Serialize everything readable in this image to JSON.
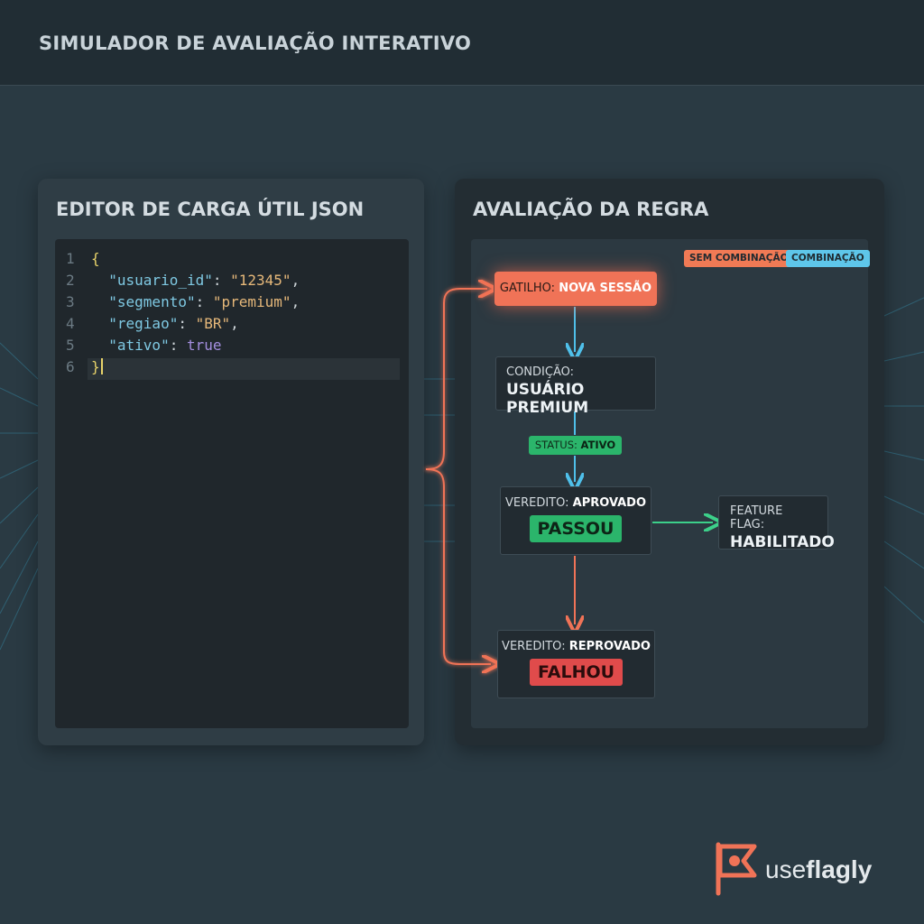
{
  "app": {
    "title": "SIMULADOR DE AVALIAÇÃO INTERATIVO"
  },
  "editor": {
    "title": "EDITOR DE CARGA ÚTIL JSON",
    "line_numbers": [
      "1",
      "2",
      "3",
      "4",
      "5",
      "6"
    ],
    "lines": [
      {
        "open": "{"
      },
      {
        "key": "\"usuario_id\"",
        "sep": ": ",
        "value": "\"12345\"",
        "end": ","
      },
      {
        "key": "\"segmento\"",
        "sep": ": ",
        "value": "\"premium\"",
        "end": ","
      },
      {
        "key": "\"regiao\"",
        "sep": ": ",
        "value": "\"BR\"",
        "end": ","
      },
      {
        "key": "\"ativo\"",
        "sep": ": ",
        "value": "true",
        "end": ""
      },
      {
        "close": "}"
      }
    ]
  },
  "evaluation": {
    "title": "AVALIAÇÃO DA REGRA",
    "legend": {
      "no_match": "SEM COMBINAÇÃO",
      "match": "COMBINAÇÃO"
    },
    "trigger": {
      "label": "GATILHO:",
      "value": "NOVA SESSÃO"
    },
    "condition": {
      "label": "CONDIÇÃO:",
      "value": "USUÁRIO PREMIUM"
    },
    "status": {
      "label": "STATUS:",
      "value": "ATIVO"
    },
    "pass": {
      "label": "VEREDITO:",
      "value": "APROVADO",
      "result": "PASSOU"
    },
    "fail": {
      "label": "VEREDITO:",
      "value": "REPROVADO",
      "result": "FALHOU"
    },
    "feature_flag": {
      "label": "FEATURE FLAG:",
      "value": "HABILITADO"
    }
  },
  "brand": {
    "name_light": "use",
    "name_bold": "flagly"
  },
  "colors": {
    "no_match": "#f07a55",
    "match": "#5ec6ea",
    "pass": "#2bb56b",
    "fail": "#e04b4b"
  }
}
